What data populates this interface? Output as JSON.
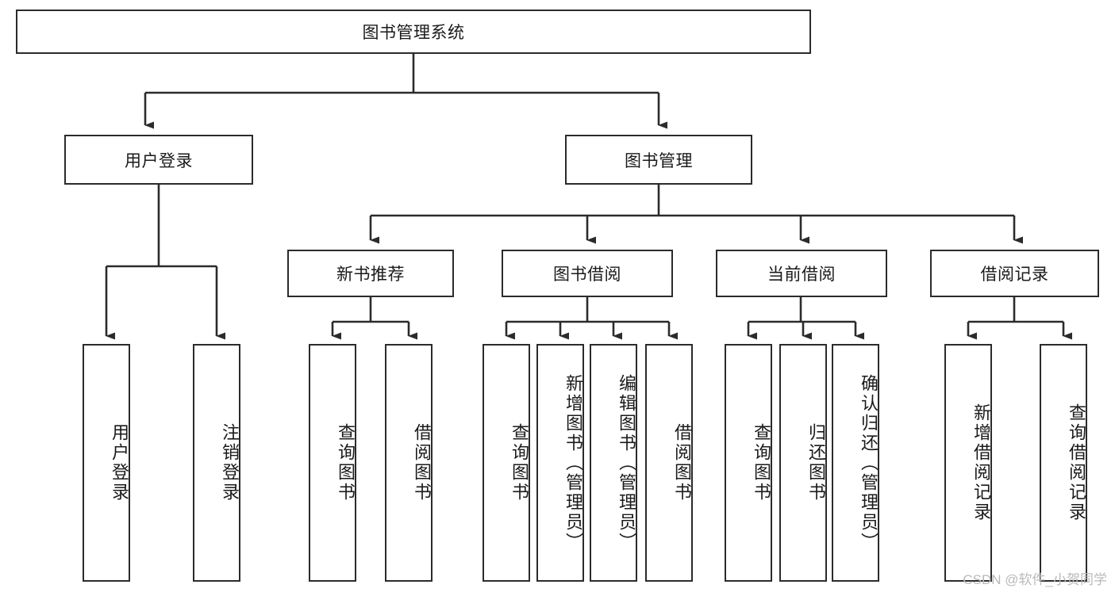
{
  "diagram": {
    "title": "图书管理系统",
    "type": "tree",
    "watermark": "CSDN @软件_小贺同学",
    "colors": {
      "box_border": "#2b2b2b",
      "box_fill": "#ffffff",
      "edge": "#2b2b2b",
      "text": "#1a1a1a",
      "watermark": "#b9b9b9",
      "background": "#ffffff"
    },
    "nodes": {
      "root": {
        "label": "图书管理系统",
        "level": 1,
        "orientation": "horizontal"
      },
      "user_login": {
        "label": "用户登录",
        "level": 2,
        "orientation": "horizontal"
      },
      "book_manage": {
        "label": "图书管理",
        "level": 2,
        "orientation": "horizontal"
      },
      "new_book_rec": {
        "label": "新书推荐",
        "level": 3,
        "orientation": "horizontal"
      },
      "book_borrow": {
        "label": "图书借阅",
        "level": 3,
        "orientation": "horizontal"
      },
      "current_borrow": {
        "label": "当前借阅",
        "level": 3,
        "orientation": "horizontal"
      },
      "borrow_record": {
        "label": "借阅记录",
        "level": 3,
        "orientation": "horizontal"
      },
      "leaf_user_login": {
        "label": "用户登录",
        "level": 3,
        "orientation": "vertical"
      },
      "leaf_logout": {
        "label": "注销登录",
        "level": 3,
        "orientation": "vertical"
      },
      "leaf_query_book_1": {
        "label": "查询图书",
        "level": 4,
        "orientation": "vertical"
      },
      "leaf_borrow_book_1": {
        "label": "借阅图书",
        "level": 4,
        "orientation": "vertical"
      },
      "leaf_query_book_2": {
        "label": "查询图书",
        "level": 4,
        "orientation": "vertical"
      },
      "leaf_add_book": {
        "label": "新增图书（管理员）",
        "level": 4,
        "orientation": "vertical"
      },
      "leaf_edit_book": {
        "label": "编辑图书（管理员）",
        "level": 4,
        "orientation": "vertical"
      },
      "leaf_borrow_book_2": {
        "label": "借阅图书",
        "level": 4,
        "orientation": "vertical"
      },
      "leaf_query_book_3": {
        "label": "查询图书",
        "level": 4,
        "orientation": "vertical"
      },
      "leaf_return_book": {
        "label": "归还图书",
        "level": 4,
        "orientation": "vertical"
      },
      "leaf_confirm_return": {
        "label": "确认归还（管理员）",
        "level": 4,
        "orientation": "vertical"
      },
      "leaf_add_record": {
        "label": "新增借阅记录",
        "level": 4,
        "orientation": "vertical"
      },
      "leaf_query_record": {
        "label": "查询借阅记录",
        "level": 4,
        "orientation": "vertical"
      }
    },
    "edges": [
      {
        "from": "root",
        "to": "user_login"
      },
      {
        "from": "root",
        "to": "book_manage"
      },
      {
        "from": "user_login",
        "to": "leaf_user_login"
      },
      {
        "from": "user_login",
        "to": "leaf_logout"
      },
      {
        "from": "book_manage",
        "to": "new_book_rec"
      },
      {
        "from": "book_manage",
        "to": "book_borrow"
      },
      {
        "from": "book_manage",
        "to": "current_borrow"
      },
      {
        "from": "book_manage",
        "to": "borrow_record"
      },
      {
        "from": "new_book_rec",
        "to": "leaf_query_book_1"
      },
      {
        "from": "new_book_rec",
        "to": "leaf_borrow_book_1"
      },
      {
        "from": "book_borrow",
        "to": "leaf_query_book_2"
      },
      {
        "from": "book_borrow",
        "to": "leaf_add_book"
      },
      {
        "from": "book_borrow",
        "to": "leaf_edit_book"
      },
      {
        "from": "book_borrow",
        "to": "leaf_borrow_book_2"
      },
      {
        "from": "current_borrow",
        "to": "leaf_query_book_3"
      },
      {
        "from": "current_borrow",
        "to": "leaf_return_book"
      },
      {
        "from": "current_borrow",
        "to": "leaf_confirm_return"
      },
      {
        "from": "borrow_record",
        "to": "leaf_add_record"
      },
      {
        "from": "borrow_record",
        "to": "leaf_query_record"
      }
    ]
  }
}
